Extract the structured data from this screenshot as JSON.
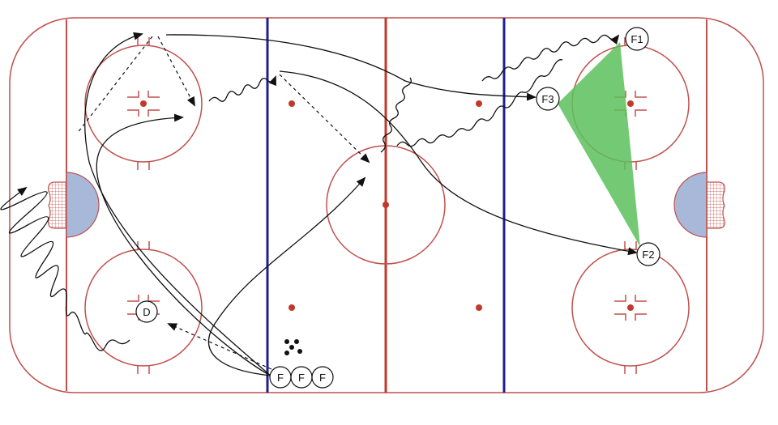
{
  "colors": {
    "rink_border": "#c0504d",
    "red_line": "#c0392b",
    "blue_line": "#1f1f8f",
    "crease_fill": "#a8b8d8",
    "zone_triangle": "#5cc15c",
    "path": "#111111"
  },
  "players": {
    "start": [
      "F",
      "F",
      "F"
    ],
    "defense": "D",
    "f1": "F1",
    "f2": "F2",
    "f3": "F3"
  },
  "pucks": {
    "count": 5
  },
  "icons": [
    "player-circle-icon",
    "arrow-head-icon",
    "puck-icon",
    "net-icon"
  ]
}
